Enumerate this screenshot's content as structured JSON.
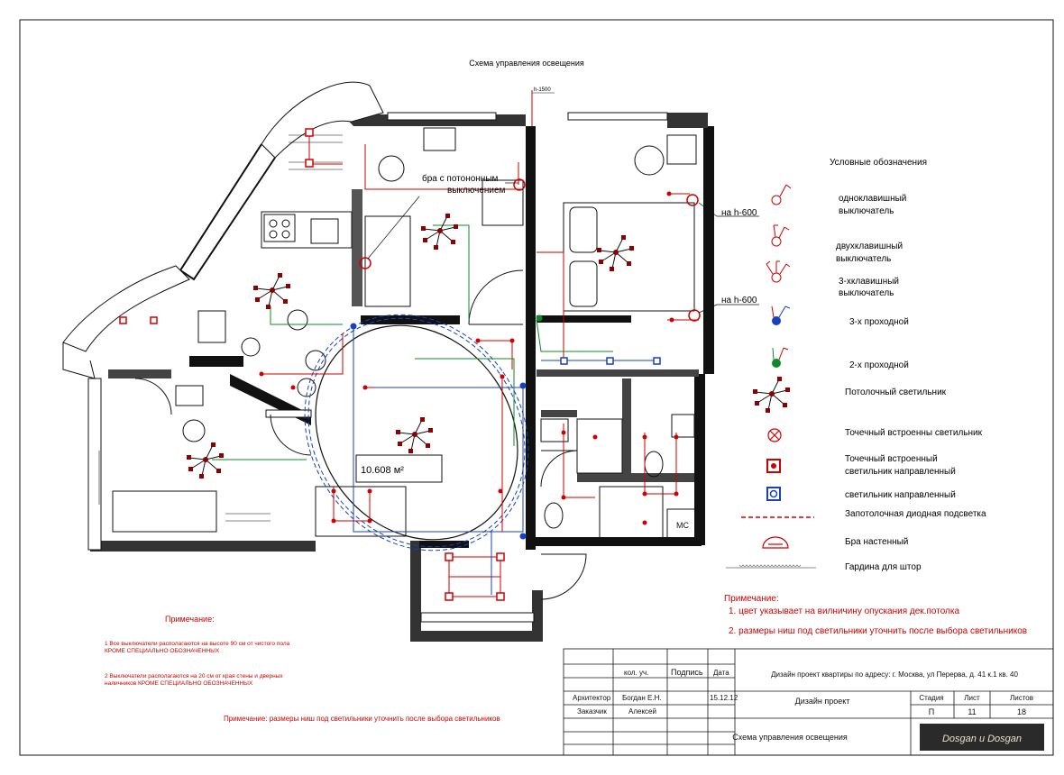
{
  "title": "Схема управления освещения",
  "labels": {
    "h1500": "h-1500",
    "bra_label_line1": "бра с потононным",
    "bra_label_line2": "выключением",
    "h600_top": "на h-600",
    "h600_bottom": "на h-600",
    "area": "10.608 м²",
    "mc": "MC"
  },
  "legend": {
    "title": "Условные обозначения",
    "items": [
      {
        "lines": [
          "одноклавишный",
          "выключатель"
        ],
        "icon": "single-switch-icon"
      },
      {
        "lines": [
          "двухклавишный",
          "выключатель"
        ],
        "icon": "double-switch-icon"
      },
      {
        "lines": [
          "3-хклавишный",
          "выключатель"
        ],
        "icon": "triple-switch-icon"
      },
      {
        "lines": [
          "3-х проходной"
        ],
        "icon": "three-way-switch-icon"
      },
      {
        "lines": [
          "2-х проходной"
        ],
        "icon": "two-way-switch-icon"
      },
      {
        "lines": [
          "Потолочный светильник"
        ],
        "icon": "ceiling-lamp-icon"
      },
      {
        "lines": [
          "Точечный встроенны светильник"
        ],
        "icon": "spotlight-icon"
      },
      {
        "lines": [
          "Точечный встроенный",
          "светильник направленный"
        ],
        "icon": "directional-spotlight-icon"
      },
      {
        "lines": [
          "светильник направленный"
        ],
        "icon": "blue-directional-lamp-icon"
      },
      {
        "lines": [
          "Запотолочная диодная подсветка"
        ],
        "icon": "led-strip-icon"
      },
      {
        "lines": [
          "Бра настенный"
        ],
        "icon": "wall-sconce-icon"
      },
      {
        "lines": [
          "Гардина для штор"
        ],
        "icon": "curtain-rod-icon"
      }
    ]
  },
  "note_right": {
    "title": "Примечание:",
    "lines": [
      "1. цвет указывает на вилничину опускания дек.потолка",
      "2. размеры ниш под светильники уточнить после выбора светильников"
    ]
  },
  "note_left": {
    "title": "Примечание:",
    "item1_line1": "1 Все выключатели располагаются на высоте 90 см от  чистого пола",
    "item1_line2": "КРОМЕ СПЕЦИАЛЬНО ОБОЗНАЧЕННЫХ",
    "item2_line1": "2 Выключатели располагаются на 20 см от края стены  и дверных",
    "item2_line2": "наличников КРОМЕ СПЕЦИАЛЬНО ОБОЗНАЧЕННЫХ",
    "bottom": "Примечание: размеры ниш под светильники уточнить после выбора светильников"
  },
  "title_block": {
    "col_kol": "кол. уч.",
    "col_podpis": "Подпись",
    "col_data": "Дата",
    "project_line": "Дизайн проект квартиры  по адресу: г. Москва, ул Перерва, д. 41 к.1 кв. 40",
    "row1_role": "Архитектор",
    "row1_name": "Богдан Е.Н.",
    "row1_date": "15.12.12",
    "row2_role": "Заказчик",
    "row2_name": "Алексей",
    "design": "Дизайн проект",
    "stage_label": "Стадия",
    "sheet_label": "Лист",
    "sheets_label": "Листов",
    "stage_value": "П",
    "sheet_value": "11",
    "sheets_value": "18",
    "drawing_name": "Схема управления освещения",
    "logo_text": "Dosgan  u  Dosgan"
  }
}
